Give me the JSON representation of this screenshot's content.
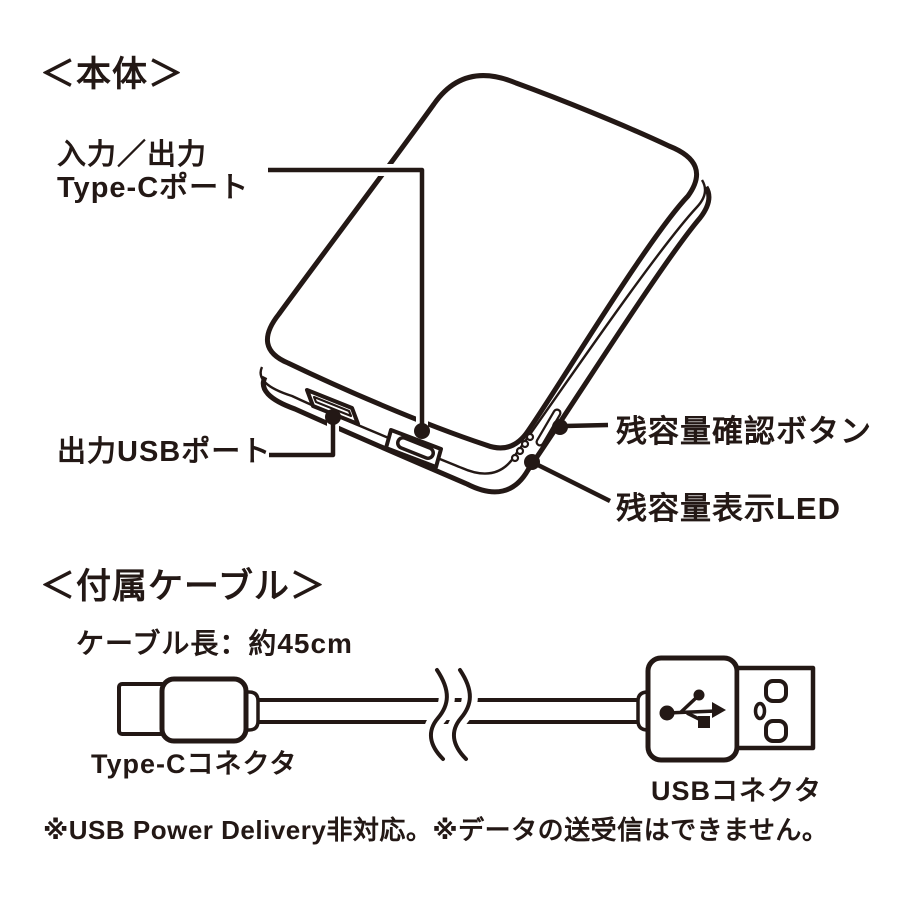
{
  "colors": {
    "ink": "#231815",
    "background": "#ffffff"
  },
  "section_body": {
    "title": "＜本体＞",
    "labels": {
      "typec_port_line1": "入力／出力",
      "typec_port_line2": "Type-Cポート",
      "usb_port": "出力USBポート",
      "check_button": "残容量確認ボタン",
      "led": "残容量表示LED"
    }
  },
  "section_cable": {
    "title": "＜付属ケーブル＞",
    "cable_length": "ケーブル長：約45cm",
    "labels": {
      "typec_connector": "Type-Cコネクタ",
      "usb_connector": "USBコネクタ"
    }
  },
  "footer": {
    "note": "※USB Power Delivery非対応。※データの送受信はできません。"
  }
}
